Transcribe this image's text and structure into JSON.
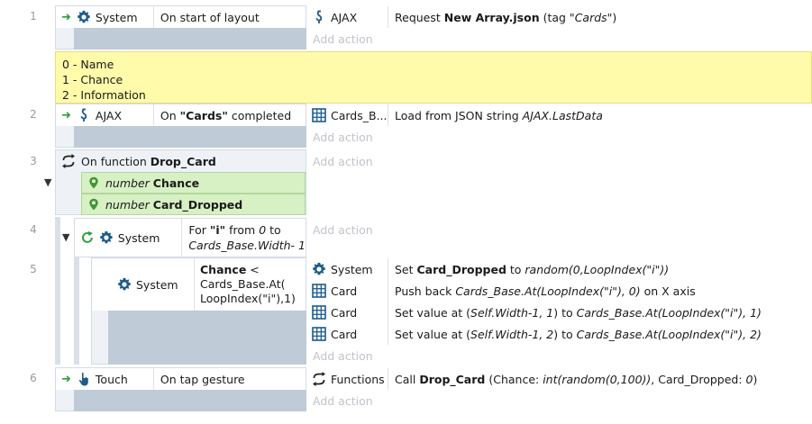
{
  "events": {
    "e1": {
      "num": "1",
      "cond_object": "System",
      "cond_text": "On start of layout",
      "action_object": "AJAX",
      "action_pre": "Request ",
      "action_bold": "New Array.json",
      "action_mid": " (tag \"",
      "action_italic": "Cards",
      "action_post": "\")",
      "add_action": "Add action"
    },
    "comment": {
      "lines": [
        "0 - Name",
        "1 - Chance",
        "2 - Information"
      ]
    },
    "e2": {
      "num": "2",
      "cond_object": "AJAX",
      "cond_pre": "On ",
      "cond_bold": "\"Cards\"",
      "cond_post": " completed",
      "action_object": "Cards_B...",
      "action_pre": "Load from JSON string ",
      "action_italic": "AJAX.LastData",
      "add_action": "Add action"
    },
    "e3": {
      "num": "3",
      "func_pre": "On function ",
      "func_bold": "Drop_Card",
      "param1_type": "number",
      "param1_name": "Chance",
      "param2_type": "number",
      "param2_name": "Card_Dropped",
      "add_action": "Add action"
    },
    "e4": {
      "num": "4",
      "cond_object": "System",
      "cond_l1_pre": "For ",
      "cond_l1_bold": "\"i\"",
      "cond_l1_mid": " from ",
      "cond_l1_italic": "0",
      "cond_l1_post": " to",
      "cond_l2_italic": "Cards_Base.Width- 1",
      "add_action": "Add action"
    },
    "e5": {
      "num": "5",
      "cond_object": "System",
      "cond_bold": "Chance",
      "cond_l1_post": " <",
      "cond_l2": "Cards_Base.At(",
      "cond_l3": "LoopIndex(\"i\"),1)",
      "actions": [
        {
          "object": "System",
          "pre": "Set ",
          "bold": "Card_Dropped",
          "mid": " to ",
          "italic": "random(0,LoopIndex(\"i\"))",
          "post": ""
        },
        {
          "object": "Card",
          "pre": "Push back ",
          "italic": "Cards_Base.At(LoopIndex(\"i\"), 0)",
          "post": " on X axis"
        },
        {
          "object": "Card",
          "pre": "Set value at (",
          "italic": "Self.Width-1, 1",
          "mid": ") to ",
          "italic2": "Cards_Base.At(LoopIndex(\"i\"), 1)",
          "post": ""
        },
        {
          "object": "Card",
          "pre": "Set value at (",
          "italic": "Self.Width-1, 2",
          "mid": ") to ",
          "italic2": "Cards_Base.At(LoopIndex(\"i\"), 2)",
          "post": ""
        }
      ],
      "add_action": "Add action"
    },
    "e6": {
      "num": "6",
      "cond_object": "Touch",
      "cond_text": "On tap gesture",
      "action_object": "Functions",
      "action_pre": "Call ",
      "action_bold": "Drop_Card",
      "action_mid": " (Chance: ",
      "action_italic": "int(random(0,100))",
      "action_post": ", Card_Dropped: ",
      "action_italic2": "0",
      "action_end": ")",
      "add_action": "Add action"
    }
  },
  "colors": {
    "gear": "#1d5c8c",
    "green_arrow": "#2a9d3a",
    "pin": "#3f9a2e",
    "comment_bg": "#fffbaa",
    "param_bg": "#d7f0c4"
  }
}
